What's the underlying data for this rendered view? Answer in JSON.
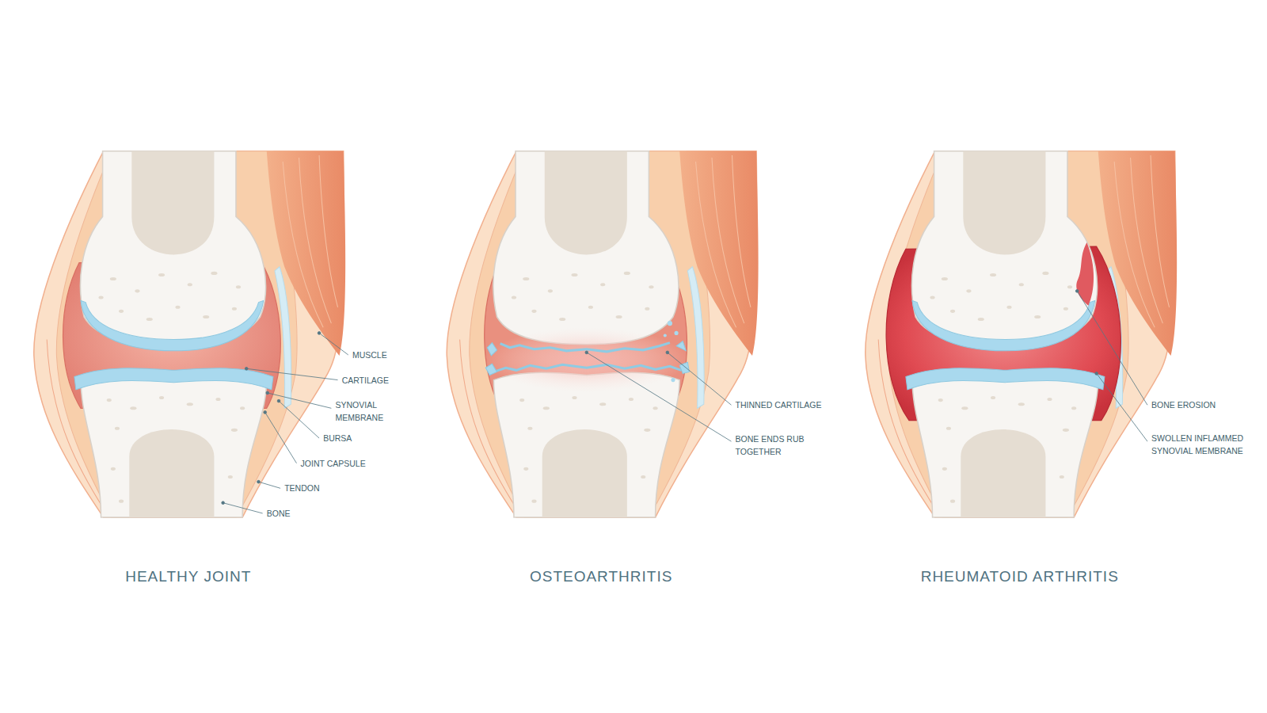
{
  "diagram": {
    "labels": [
      "MUSCLE",
      "CARTILAGE",
      "SYNOVIAL MEMBRANE",
      "BURSA",
      "JOINT CAPSULE",
      "TENDON",
      "BONE",
      "THINNED CARTILAGE",
      "BONE ENDS RUB TOGETHER",
      "BONE EROSION",
      "SWOLLEN INFLAMMED SYNOVIAL MEMBRANE",
      "HEALTHY JOINT",
      "OSTEOARTHRITIS",
      "RHEUMATOID ARTHRITIS"
    ]
  }
}
